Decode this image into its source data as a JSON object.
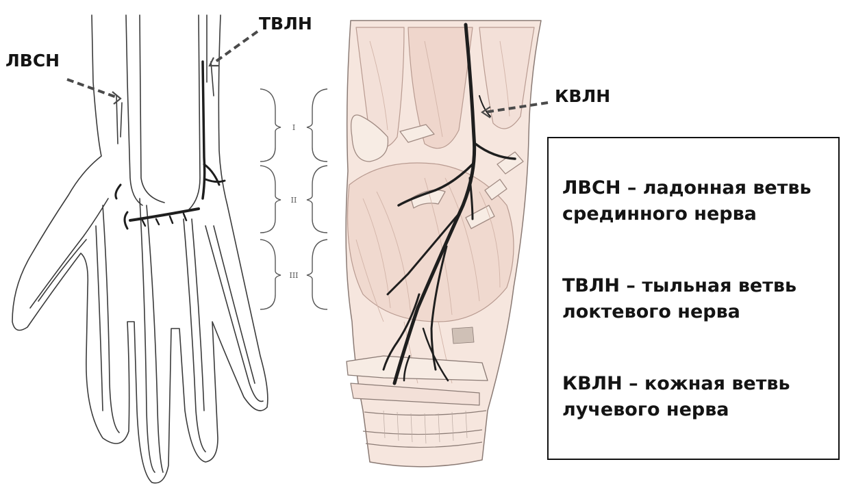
{
  "callouts": {
    "lvsn": "ЛВСН",
    "tvln": "ТВЛН",
    "kvln": "КВЛН"
  },
  "zone_marks": [
    "I",
    "II",
    "III"
  ],
  "legend": [
    {
      "line1": "ЛВСН – ладонная ветвь",
      "line2": "срединного нерва"
    },
    {
      "line1": "ТВЛН – тыльная ветвь",
      "line2": "локтевого нерва"
    },
    {
      "line1": "КВЛН – кожная ветвь",
      "line2": "лучевого нерва"
    }
  ],
  "colors": {
    "outline": "#3a3a3a",
    "nerve": "#1e1e1e",
    "muscle_fill": "#f3e0d8",
    "muscle_line": "#c9a79c",
    "tendon_fill": "#f7ece4",
    "pointer": "#4a4a4a"
  }
}
